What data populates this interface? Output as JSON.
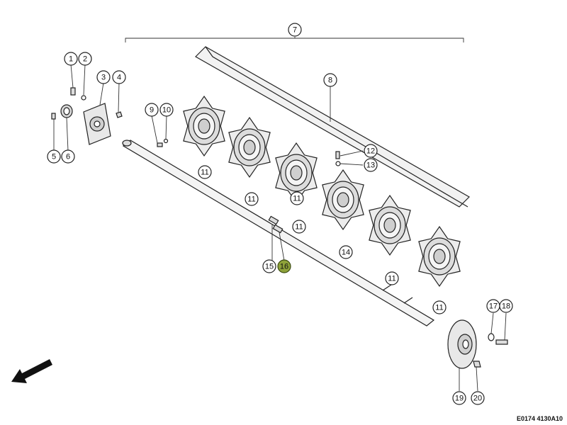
{
  "callouts": [
    {
      "id": "1",
      "label": "1",
      "highlight": false
    },
    {
      "id": "2",
      "label": "2",
      "highlight": false
    },
    {
      "id": "3",
      "label": "3",
      "highlight": false
    },
    {
      "id": "4",
      "label": "4",
      "highlight": false
    },
    {
      "id": "5",
      "label": "5",
      "highlight": false
    },
    {
      "id": "6",
      "label": "6",
      "highlight": false
    },
    {
      "id": "7",
      "label": "7",
      "highlight": false
    },
    {
      "id": "8",
      "label": "8",
      "highlight": false
    },
    {
      "id": "9",
      "label": "9",
      "highlight": false
    },
    {
      "id": "10",
      "label": "10",
      "highlight": false
    },
    {
      "id": "11a",
      "label": "11",
      "highlight": false
    },
    {
      "id": "11b",
      "label": "11",
      "highlight": false
    },
    {
      "id": "11c",
      "label": "11",
      "highlight": false
    },
    {
      "id": "11d",
      "label": "11",
      "highlight": false
    },
    {
      "id": "11e",
      "label": "11",
      "highlight": false
    },
    {
      "id": "11f",
      "label": "11",
      "highlight": false
    },
    {
      "id": "12",
      "label": "12",
      "highlight": false
    },
    {
      "id": "13",
      "label": "13",
      "highlight": false
    },
    {
      "id": "14",
      "label": "14",
      "highlight": false
    },
    {
      "id": "15",
      "label": "15",
      "highlight": false
    },
    {
      "id": "16",
      "label": "16",
      "highlight": true
    },
    {
      "id": "17",
      "label": "17",
      "highlight": false
    },
    {
      "id": "18",
      "label": "18",
      "highlight": false
    },
    {
      "id": "19",
      "label": "19",
      "highlight": false
    },
    {
      "id": "20",
      "label": "20",
      "highlight": false
    }
  ],
  "drawing_code": "E0174 4130A10",
  "colors": {
    "highlight": "#8ea23a",
    "line": "#222222",
    "part_fill": "#e6e6e6"
  },
  "icons": {
    "direction": "direction-arrow-icon"
  }
}
